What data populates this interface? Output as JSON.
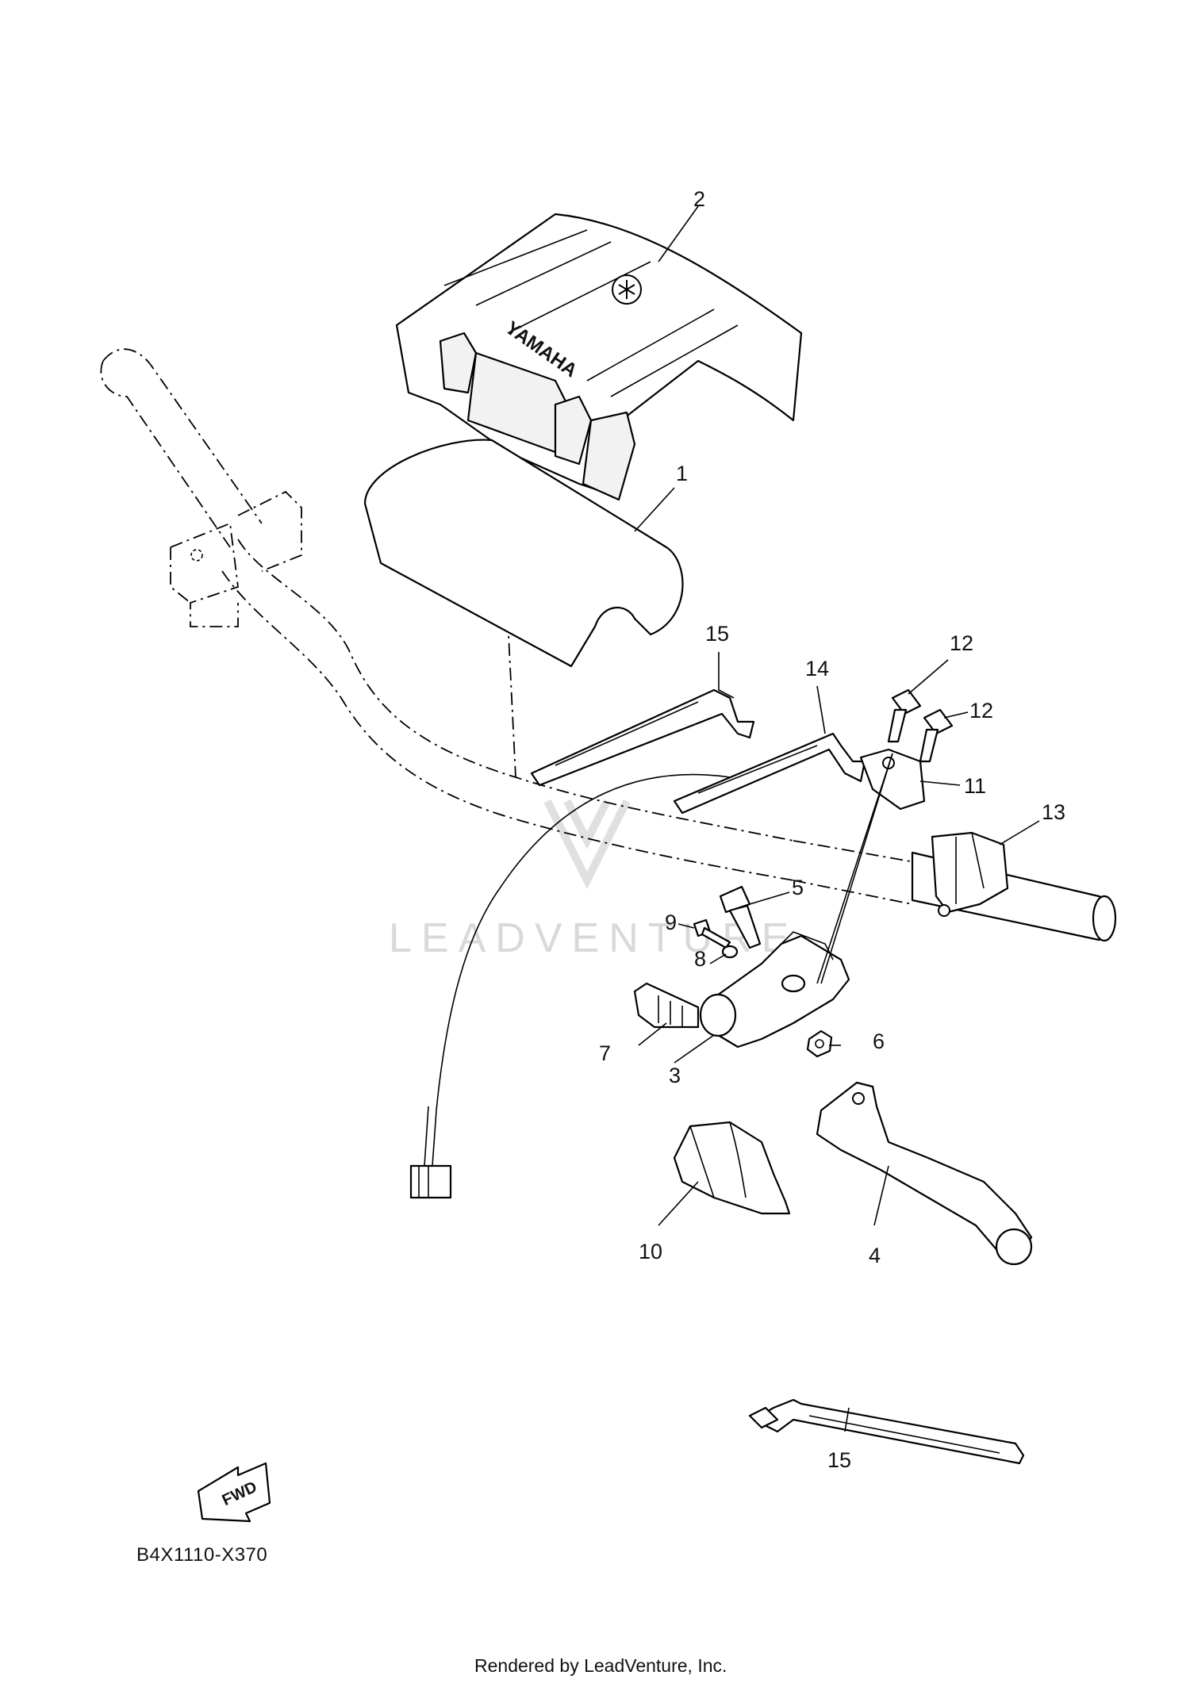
{
  "diagram": {
    "brand_mark": "YAMAHA",
    "watermark": "LEADVENTURE",
    "fwd_label": "FWD",
    "diagram_code": "B4X1110-X370",
    "footer": "Rendered by LeadVenture, Inc."
  },
  "callouts": [
    {
      "id": "c1",
      "text": "1"
    },
    {
      "id": "c2",
      "text": "2"
    },
    {
      "id": "c3",
      "text": "3"
    },
    {
      "id": "c4",
      "text": "4"
    },
    {
      "id": "c5",
      "text": "5"
    },
    {
      "id": "c6",
      "text": "6"
    },
    {
      "id": "c7",
      "text": "7"
    },
    {
      "id": "c8",
      "text": "8"
    },
    {
      "id": "c9",
      "text": "9"
    },
    {
      "id": "c10",
      "text": "10"
    },
    {
      "id": "c11",
      "text": "11"
    },
    {
      "id": "c12a",
      "text": "12"
    },
    {
      "id": "c12b",
      "text": "12"
    },
    {
      "id": "c13",
      "text": "13"
    },
    {
      "id": "c14",
      "text": "14"
    },
    {
      "id": "c15a",
      "text": "15"
    },
    {
      "id": "c15b",
      "text": "15"
    }
  ]
}
